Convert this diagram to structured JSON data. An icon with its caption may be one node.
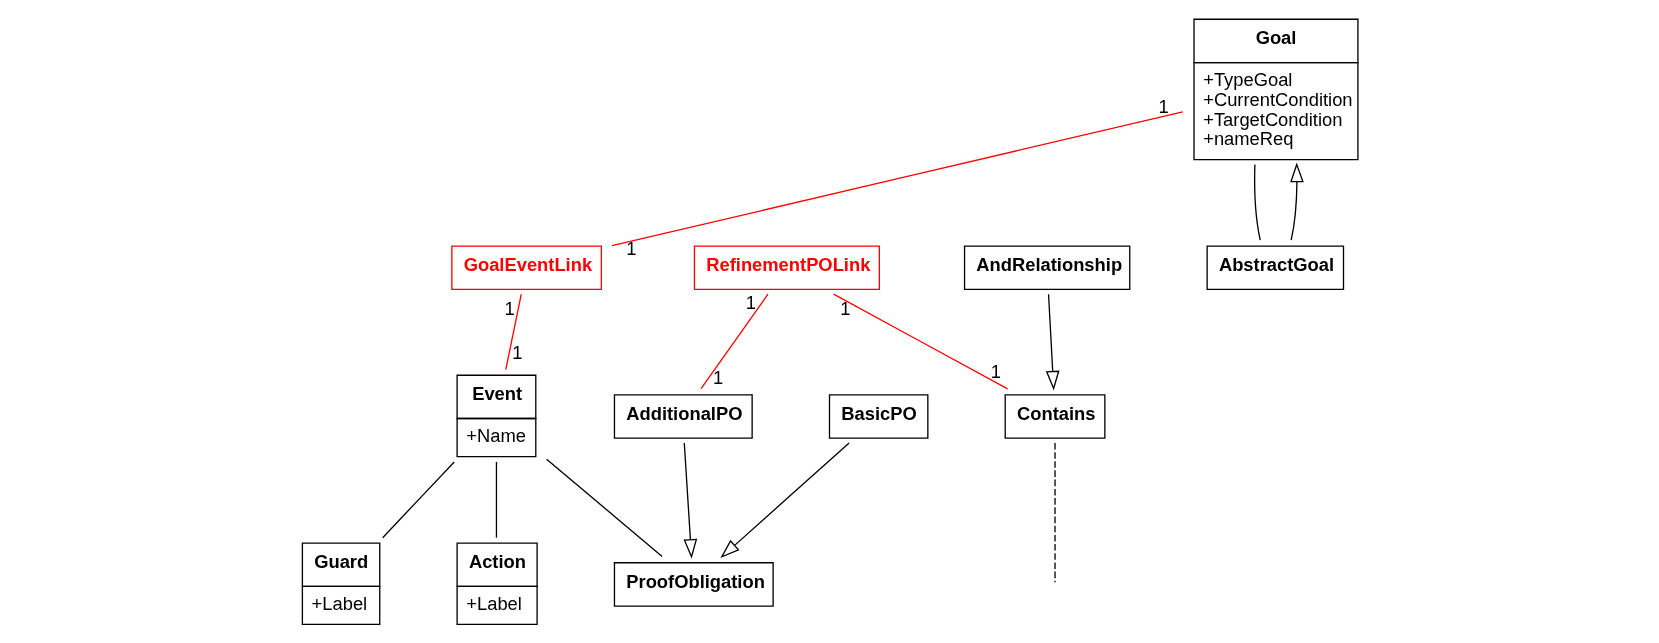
{
  "diagram": {
    "nodes": [
      {
        "text": [
          "Goal",
          "+TypeGoal",
          "+CurrentCondition",
          "+TargetCondition",
          "+nameReq"
        ]
      },
      {
        "text": [
          "GoalEventLink"
        ]
      },
      {
        "text": [
          "Event",
          "+Name"
        ]
      },
      {
        "text": [
          "Guard",
          "+Label"
        ]
      },
      {
        "text": [
          "Action",
          "+Label"
        ]
      },
      {
        "text": [
          "RefinementPOLink"
        ]
      },
      {
        "text": [
          "Contains"
        ]
      },
      {
        "text": [
          "AbstractGoal"
        ]
      },
      {
        "text": [
          "ProofObligation"
        ]
      },
      {
        "text": [
          "AdditionalPO"
        ]
      },
      {
        "text": [
          "BasicPO"
        ]
      },
      {
        "text": [
          "AndRelationship"
        ]
      }
    ],
    "edges": [
      {
        "from": 0,
        "to": 1,
        "arrow": "none",
        "color": "#ff0000"
      },
      {
        "from": 1,
        "to": 2,
        "arrow": "none",
        "color": "#ff0000"
      },
      {
        "from": 2,
        "to": 3,
        "arrow": "none"
      },
      {
        "from": 2,
        "to": 4,
        "arrow": "none"
      },
      {
        "from": 0,
        "to": 7,
        "arrow": "none"
      },
      {
        "from": 7,
        "to": 0,
        "arrow": "to"
      },
      {
        "from": 6,
        "to": null,
        "arrow": "none",
        "style": "dashed"
      },
      {
        "from": 5,
        "to": 6,
        "arrow": "none",
        "color": "#ff0000"
      },
      {
        "from": 5,
        "to": 9,
        "arrow": "none",
        "color": "#ff0000"
      },
      {
        "from": 2,
        "to": 8,
        "arrow": "none"
      },
      {
        "from": 11,
        "to": 6,
        "arrow": "to"
      },
      {
        "from": 9,
        "to": 8,
        "arrow": "to"
      },
      {
        "from": 10,
        "to": 8,
        "arrow": "to"
      }
    ],
    "labels": [
      "1",
      "1",
      "1",
      "1",
      "1",
      "1",
      "1",
      "1"
    ]
  }
}
